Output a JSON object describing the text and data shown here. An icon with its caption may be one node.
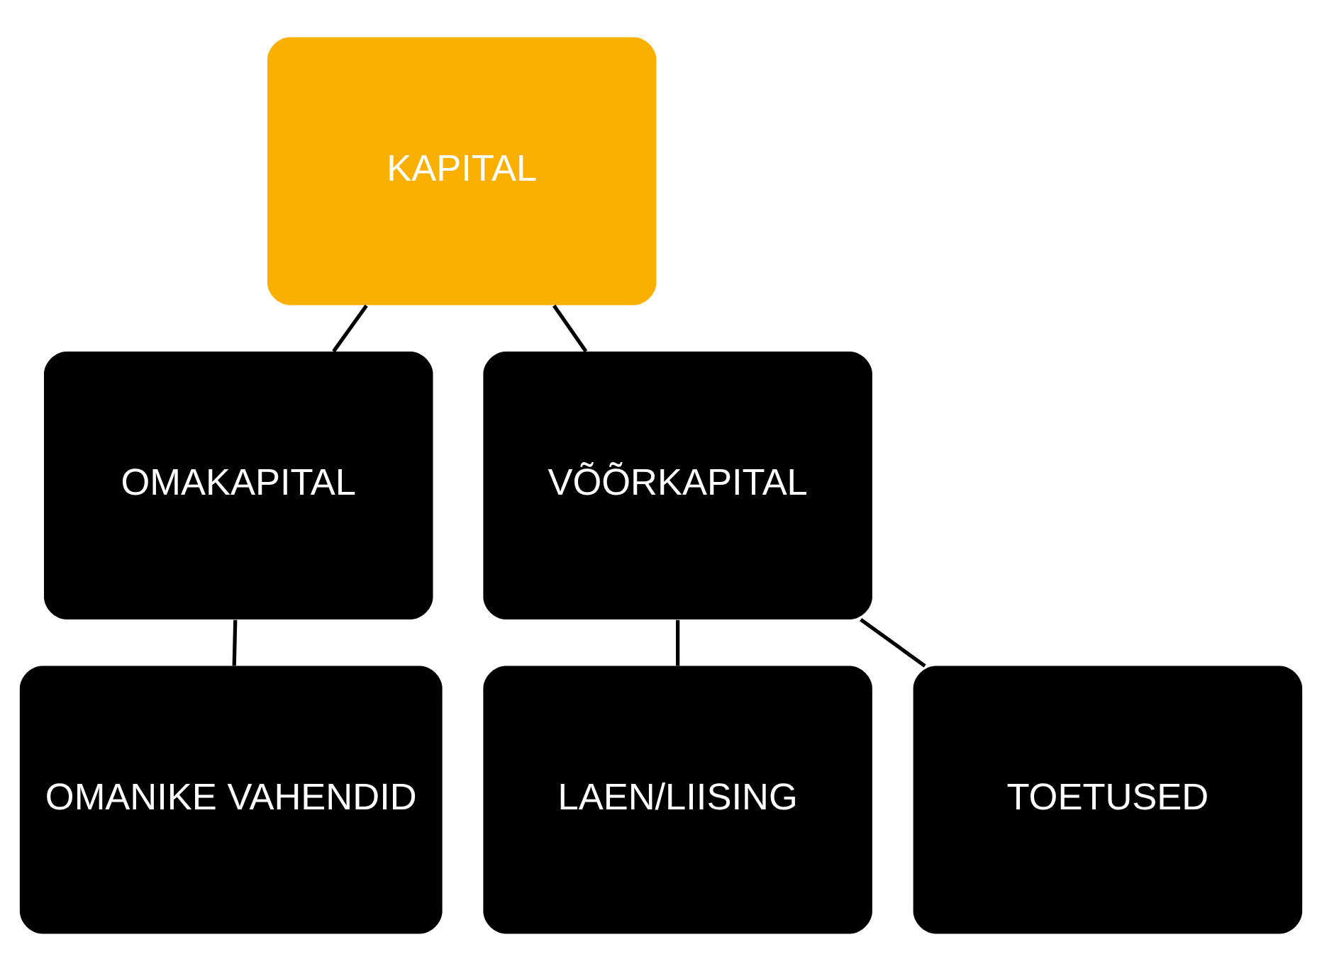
{
  "diagram": {
    "nodes": [
      {
        "text": [
          "KAPITAL"
        ]
      },
      {
        "text": [
          "OMAKAPITAL"
        ]
      },
      {
        "text": [
          "VÕÕRKAPITAL"
        ]
      },
      {
        "text": [
          "OMANIKE VAHENDID"
        ]
      },
      {
        "text": [
          "LAEN/LIISING"
        ]
      },
      {
        "text": [
          "TOETUSED"
        ]
      }
    ],
    "edges": [
      {
        "from": 0,
        "to": 1,
        "arrow": "none"
      },
      {
        "from": 0,
        "to": 2,
        "arrow": "none"
      },
      {
        "from": 1,
        "to": 3,
        "arrow": "none"
      },
      {
        "from": 2,
        "to": 4,
        "arrow": "none"
      },
      {
        "from": 2,
        "to": 5,
        "arrow": "none"
      }
    ]
  }
}
